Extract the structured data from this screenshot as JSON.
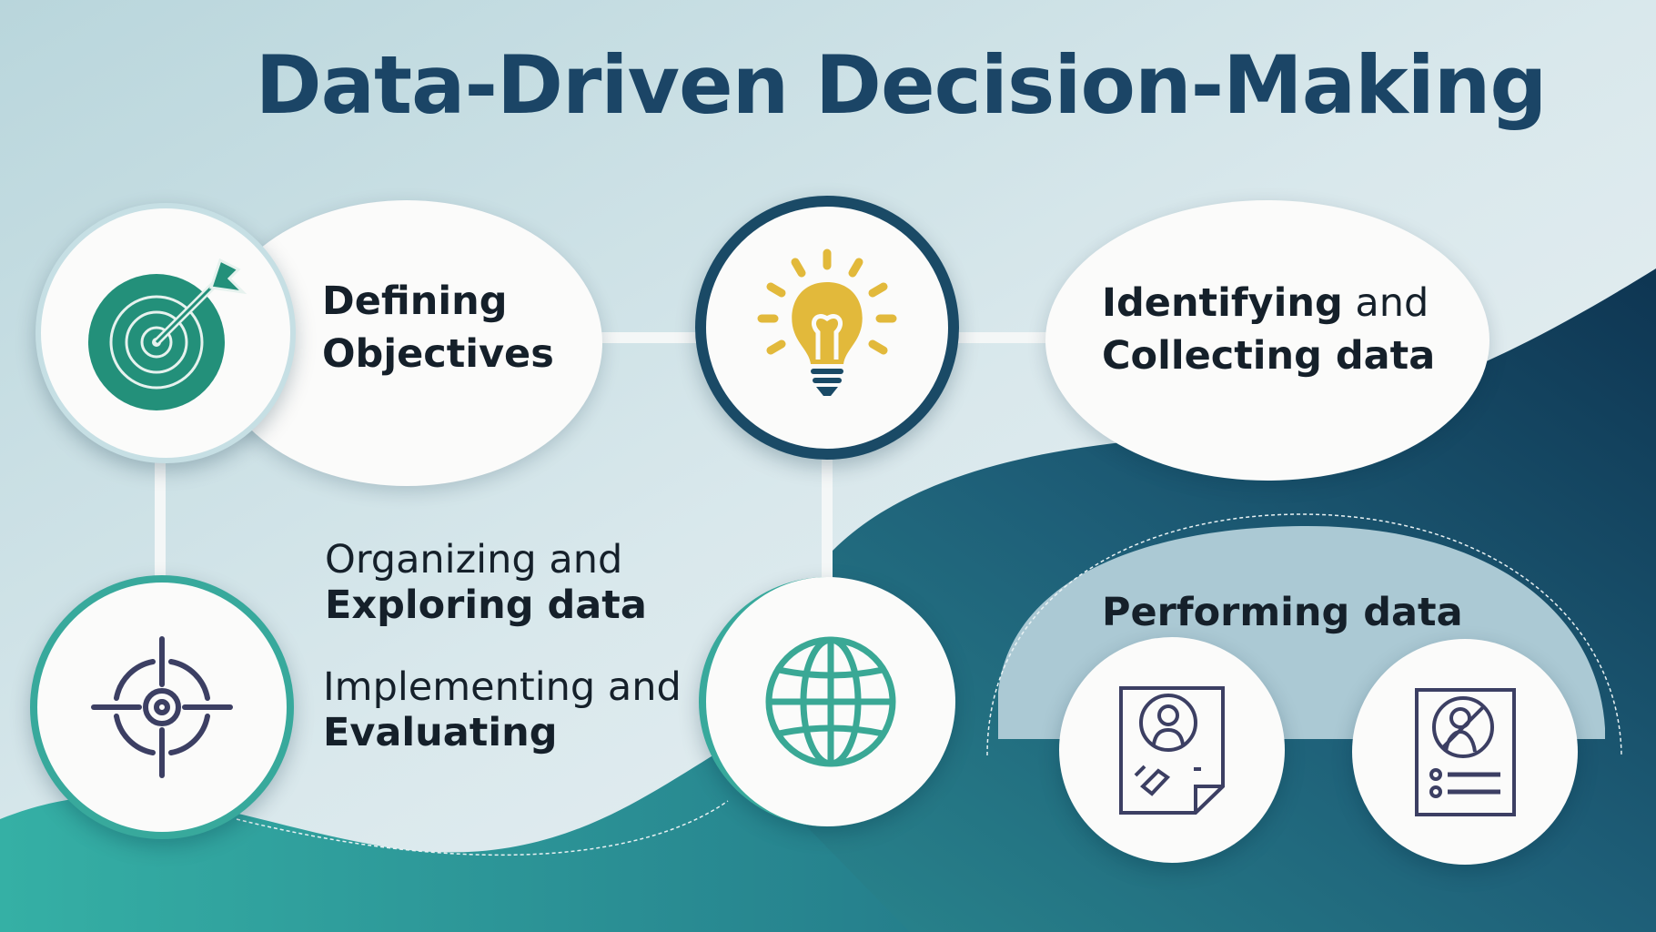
{
  "title": "Data-Driven Decision-Making",
  "steps": {
    "defining": {
      "line1": "Defining",
      "line2": "Objectives",
      "icon": "target-arrow-icon"
    },
    "identifying": {
      "line1_bold": "Identifying",
      "line1_rest": " and",
      "line2": "Collecting data",
      "icon": "lightbulb-icon"
    },
    "organizing": {
      "line1": "Organizing and",
      "line2": "Exploring data",
      "icon": "crosshair-icon"
    },
    "implementing": {
      "line1": "Implementing and",
      "line2": "Evaluating",
      "icon": "globe-icon"
    },
    "performing": {
      "label": "Performing data",
      "icons": [
        "profile-document-icon",
        "profile-list-document-icon"
      ]
    }
  },
  "colors": {
    "title": "#1b4566",
    "navy": "#1a4a66",
    "teal": "#2a9c8e",
    "gold": "#e2b93b",
    "icon_stroke": "#3c3f63"
  }
}
